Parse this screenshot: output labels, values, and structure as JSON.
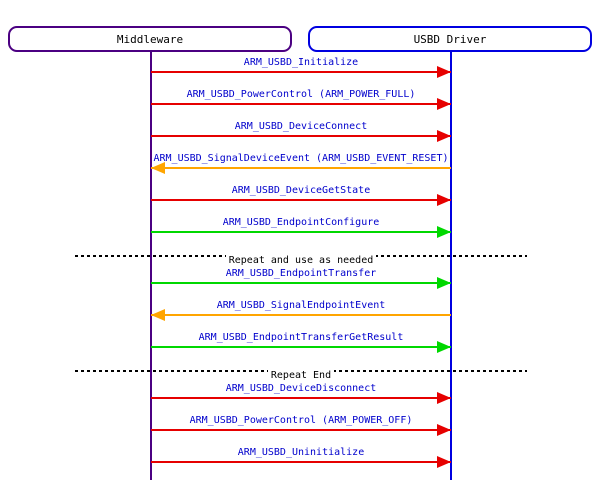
{
  "entities": [
    {
      "id": "middleware",
      "label": "Middleware",
      "color": "#4B0082"
    },
    {
      "id": "usbd-driver",
      "label": "USBD Driver",
      "color": "#0000E0"
    }
  ],
  "palette": {
    "red": "#E60000",
    "green": "#00D800",
    "orange": "#FFA500",
    "label_text": "#0000CC",
    "divider_text": "#000000"
  },
  "sequence": [
    {
      "type": "message",
      "label": "ARM_USBD_Initialize",
      "direction": "right",
      "color": "red"
    },
    {
      "type": "message",
      "label": "ARM_USBD_PowerControl (ARM_POWER_FULL)",
      "direction": "right",
      "color": "red"
    },
    {
      "type": "message",
      "label": "ARM_USBD_DeviceConnect",
      "direction": "right",
      "color": "red"
    },
    {
      "type": "message",
      "label": "ARM_USBD_SignalDeviceEvent (ARM_USBD_EVENT_RESET)",
      "direction": "left",
      "color": "orange"
    },
    {
      "type": "message",
      "label": "ARM_USBD_DeviceGetState",
      "direction": "right",
      "color": "red"
    },
    {
      "type": "message",
      "label": "ARM_USBD_EndpointConfigure",
      "direction": "right",
      "color": "green"
    },
    {
      "type": "divider",
      "label": "Repeat and use as needed"
    },
    {
      "type": "message",
      "label": "ARM_USBD_EndpointTransfer",
      "direction": "right",
      "color": "green"
    },
    {
      "type": "message",
      "label": "ARM_USBD_SignalEndpointEvent",
      "direction": "left",
      "color": "orange"
    },
    {
      "type": "message",
      "label": "ARM_USBD_EndpointTransferGetResult",
      "direction": "right",
      "color": "green"
    },
    {
      "type": "divider",
      "label": "Repeat End"
    },
    {
      "type": "message",
      "label": "ARM_USBD_DeviceDisconnect",
      "direction": "right",
      "color": "red"
    },
    {
      "type": "message",
      "label": "ARM_USBD_PowerControl (ARM_POWER_OFF)",
      "direction": "right",
      "color": "red"
    },
    {
      "type": "message",
      "label": "ARM_USBD_Uninitialize",
      "direction": "right",
      "color": "red"
    }
  ]
}
